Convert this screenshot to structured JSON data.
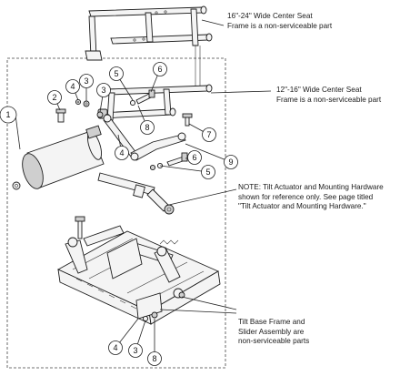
{
  "notes": {
    "frame_16_24_line1": "16\"-24\" Wide Center Seat",
    "frame_16_24_line2": "Frame is a non-serviceable part",
    "frame_12_16_line1": "12\"-16\" Wide Center Seat",
    "frame_12_16_line2": "Frame is a non-serviceable part",
    "actuator_line1": "NOTE: Tilt Actuator and Mounting Hardware",
    "actuator_line2": "shown for reference only. See page titled",
    "actuator_line3": "\"Tilt Actuator and Mounting Hardware.\"",
    "base_line1": "Tilt Base Frame and",
    "base_line2": "Slider Assembly are",
    "base_line3": "non-serviceable parts"
  },
  "callouts": {
    "c1": "1",
    "c2": "2",
    "c4a": "4",
    "c3a": "3",
    "c5a": "5",
    "c6a": "6",
    "c8a": "8",
    "c7": "7",
    "c4b": "4",
    "c9": "9",
    "c6b": "6",
    "c5b": "5",
    "c4c": "4",
    "c3b": "3",
    "c8b": "8"
  }
}
